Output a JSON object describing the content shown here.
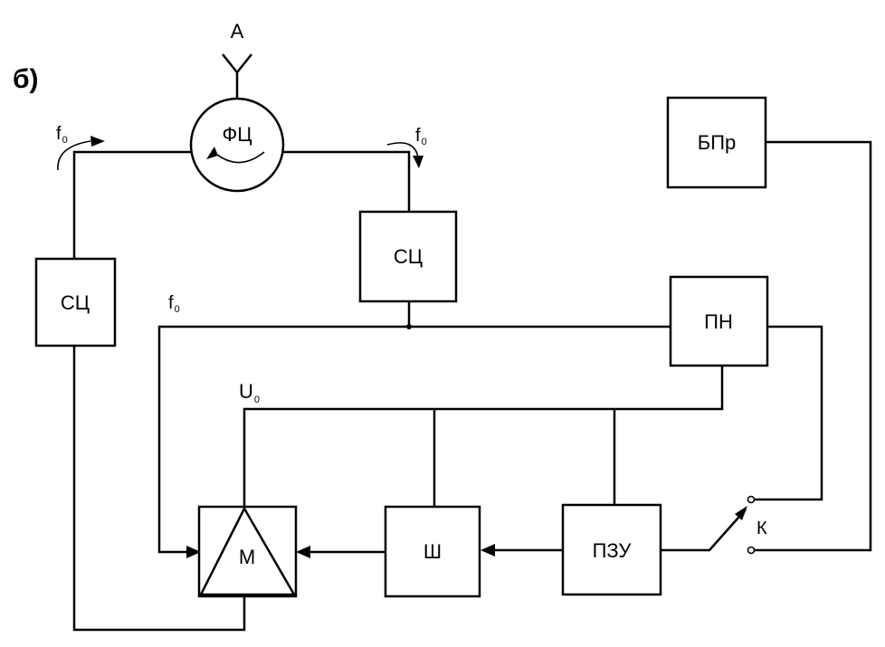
{
  "figure_label": "б)",
  "antenna_label": "A",
  "blocks": {
    "fc": "ФЦ",
    "sc_left": "СЦ",
    "sc_right": "СЦ",
    "bpr": "БПр",
    "pn": "ПН",
    "m": "М",
    "sh": "Ш",
    "pzu": "ПЗУ"
  },
  "switch_label": "К",
  "signals": {
    "f_left": {
      "base": "f",
      "sub": "0"
    },
    "f_right": {
      "base": "f",
      "sub": "0"
    },
    "f_mid": {
      "base": "f",
      "sub": "0"
    },
    "u0": {
      "base": "U",
      "sub": "0"
    }
  }
}
